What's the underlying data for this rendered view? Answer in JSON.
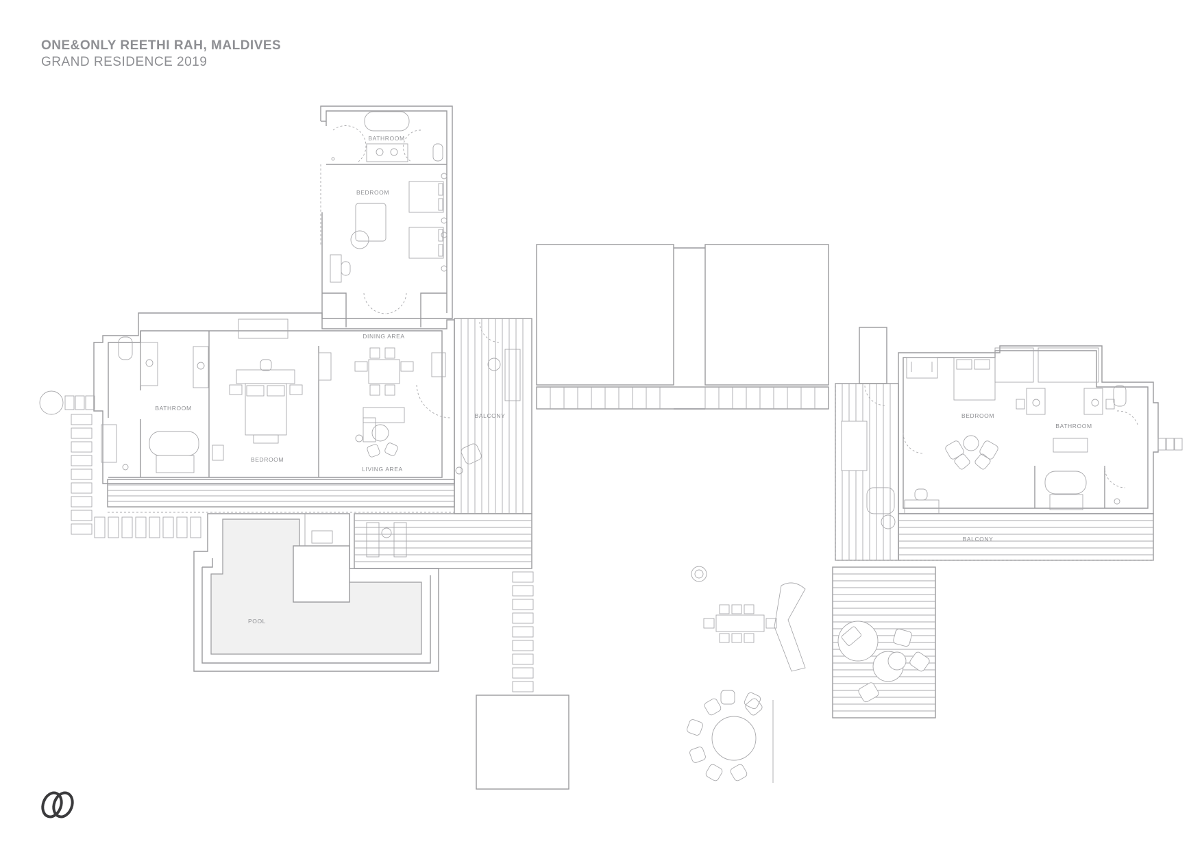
{
  "header": {
    "title": "ONE&ONLY REETHI RAH, MALDIVES",
    "subtitle": "GRAND RESIDENCE 2019"
  },
  "rooms": {
    "bathroom_top": "BATHROOM",
    "bedroom_top": "BEDROOM",
    "dining_area": "DINING AREA",
    "bathroom_left": "BATHROOM",
    "bedroom_main": "BEDROOM",
    "living_area": "LIVING AREA",
    "balcony_center": "BALCONY",
    "pool": "POOL",
    "bedroom_right": "BEDROOM",
    "bathroom_right": "BATHROOM",
    "balcony_right": "BALCONY"
  },
  "colors": {
    "line": "#9a9a9d",
    "text": "#8e8f93",
    "pool_fill": "#f1f1f1",
    "logo": "#3a3a3c"
  },
  "icons": [
    "one-and-only-logo-icon"
  ]
}
